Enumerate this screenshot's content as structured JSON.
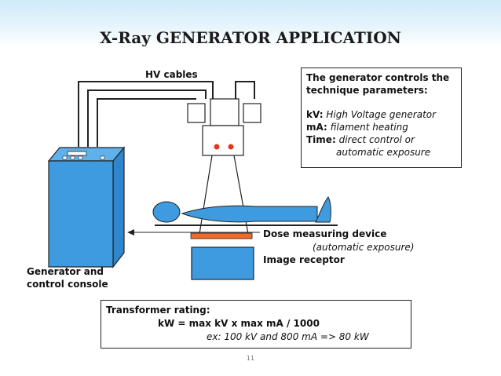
{
  "title": "X-Ray GENERATOR  APPLICATION",
  "labels": {
    "hv_cables": "HV cables",
    "generator_line1": "Generator and",
    "generator_line2": "control console",
    "dose_device": "Dose measuring device",
    "automatic_exposure": "(automatic exposure)",
    "image_receptor": "Image receptor"
  },
  "info_box": {
    "heading_line1": "The generator controls the",
    "heading_line2": "technique parameters:",
    "kv_key": "kV:",
    "kv_value": "High Voltage generator",
    "ma_key": "mA:",
    "ma_value": "filament heating",
    "time_key": "Time:",
    "time_value": "direct control or",
    "time_value2": "automatic exposure"
  },
  "rating_box": {
    "heading": "Transformer rating:",
    "formula": "kW = max kV x max mA / 1000",
    "example": "ex: 100 kV and 800 mA => 80 kW"
  },
  "page_number": "11",
  "colors": {
    "console_blue": "#3f9be0",
    "patient_blue": "#3f9be0",
    "tube_red": "#e03a1e",
    "dose_orange": "#f06a2a",
    "header_tint": "#cfeaf8"
  }
}
